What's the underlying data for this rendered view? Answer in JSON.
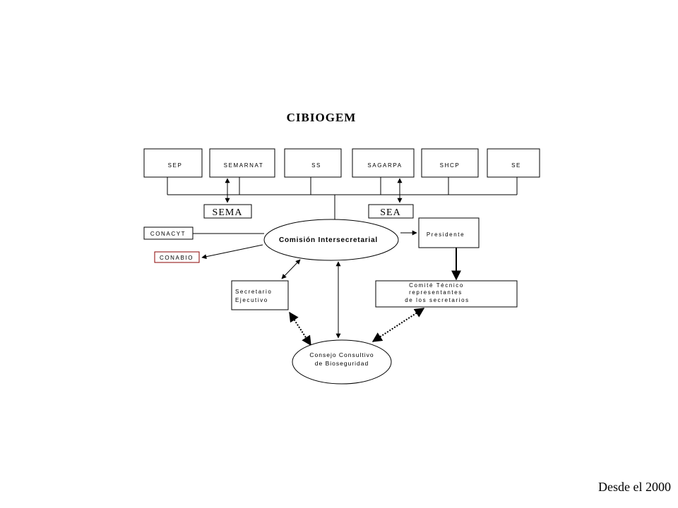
{
  "title": "CIBIOGEM",
  "secretarias": [
    "SEP",
    "SEMARNAT",
    "SS",
    "SAGARPA",
    "SHCP",
    "SE"
  ],
  "sema": "SEMA",
  "sea": "SEA",
  "conacyt": "CONACYT",
  "conabio": "CONABIO",
  "comision": "Comisión Intersecretarial",
  "presidente": "Presidente",
  "secretario": [
    "Secretario",
    "Ejecutivo"
  ],
  "comite": [
    "Comité Técnico",
    "representantes",
    "de los secretarios"
  ],
  "consejo": [
    "Consejo Consultivo",
    "de Bioseguridad"
  ],
  "footer": "Desde el 2000",
  "colors": {
    "conabio_border": "#8b0000"
  }
}
